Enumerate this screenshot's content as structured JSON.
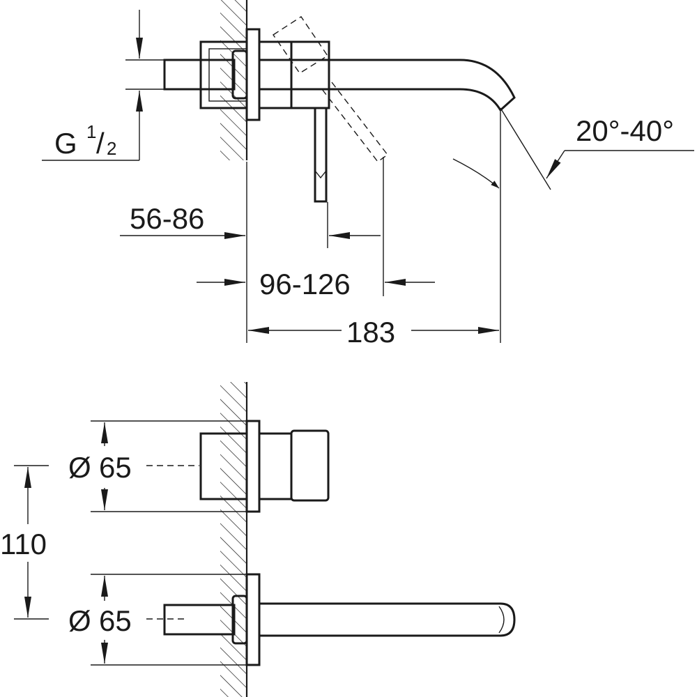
{
  "dimensions": {
    "thread_size_prefix": "G",
    "thread_size_numerator": "1",
    "thread_size_slash": "/",
    "thread_size_denominator": "2",
    "angle_range": "20°-40°",
    "wall_depth_range": "56-86",
    "lever_offset_range": "96-126",
    "spout_projection": "183",
    "top_diameter_prefix": "Ø",
    "top_diameter_value": "65",
    "bottom_diameter_prefix": "Ø",
    "bottom_diameter_value": "65",
    "center_distance": "110"
  },
  "colors": {
    "line": "#1a1a1a",
    "background": "#ffffff"
  }
}
